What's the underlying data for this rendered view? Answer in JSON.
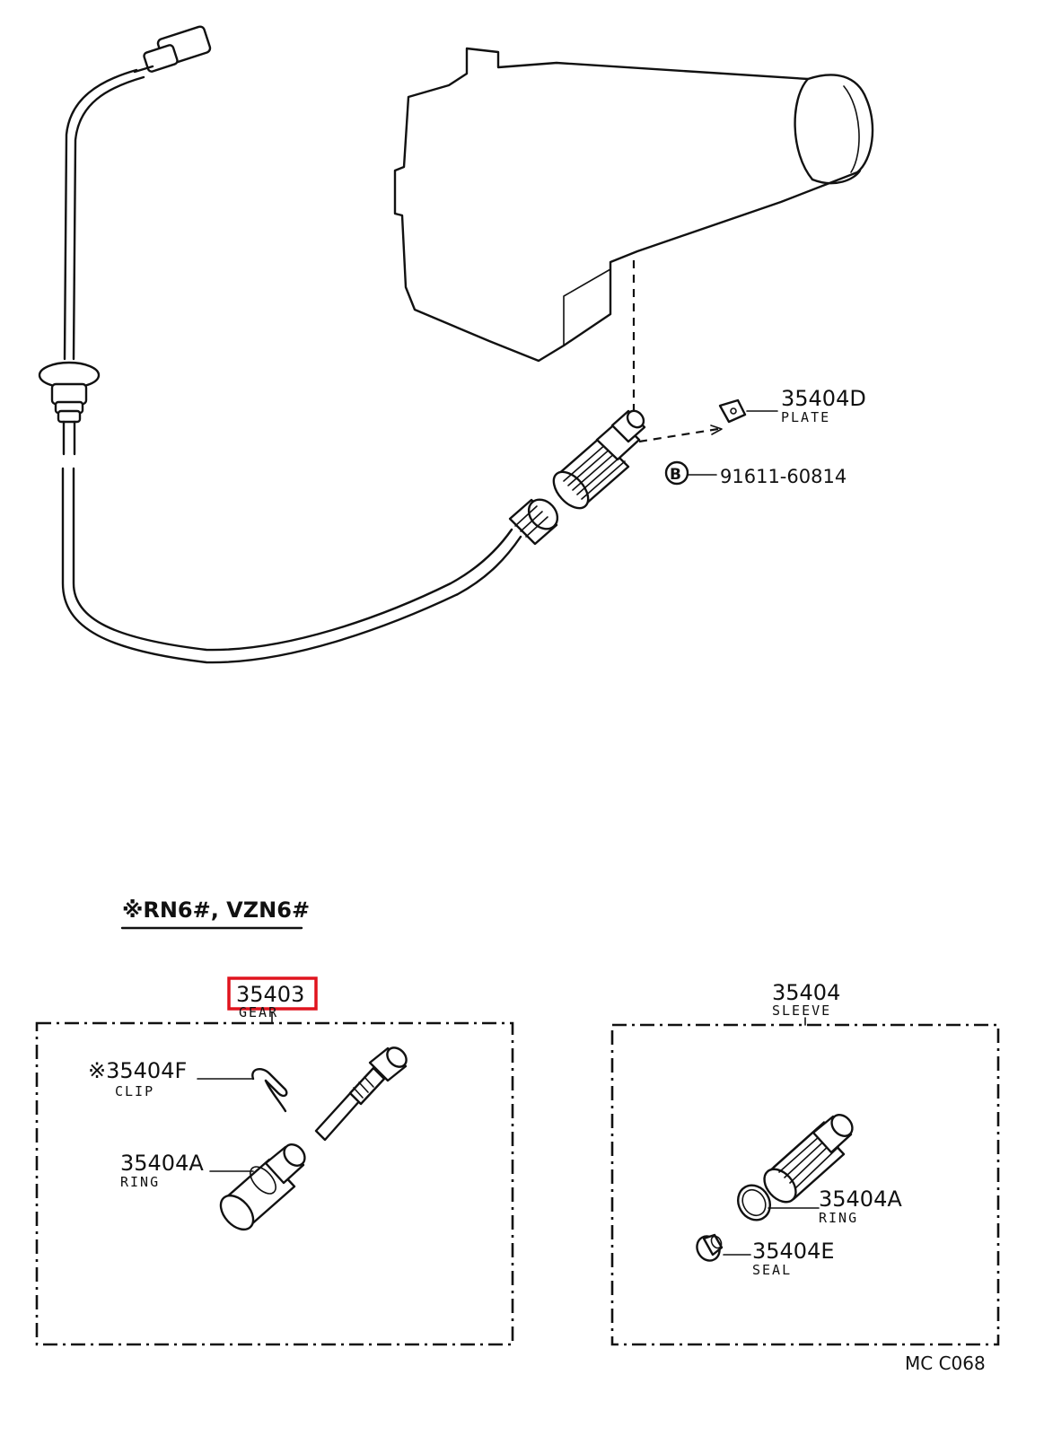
{
  "note": {
    "model_header": "※RN6#, VZN6#",
    "footer_code": "MC  C068"
  },
  "callouts": {
    "plate": {
      "part_no": "35404D",
      "name": "PLATE"
    },
    "bolt": {
      "marker": "B",
      "part_no": "91611-60814"
    },
    "gear": {
      "part_no": "35403",
      "name": "GEAR"
    },
    "clip": {
      "part_no": "※35404F",
      "name": "CLIP"
    },
    "gear_ring": {
      "part_no": "35404A",
      "name": "RING"
    },
    "sleeve": {
      "part_no": "35404",
      "name": "SLEEVE"
    },
    "sleeve_ring": {
      "part_no": "35404A",
      "name": "RING"
    },
    "seal": {
      "part_no": "35404E",
      "name": "SEAL"
    }
  },
  "colors": {
    "ink": "#111111",
    "highlight": "#e0141e",
    "background": "#ffffff"
  }
}
